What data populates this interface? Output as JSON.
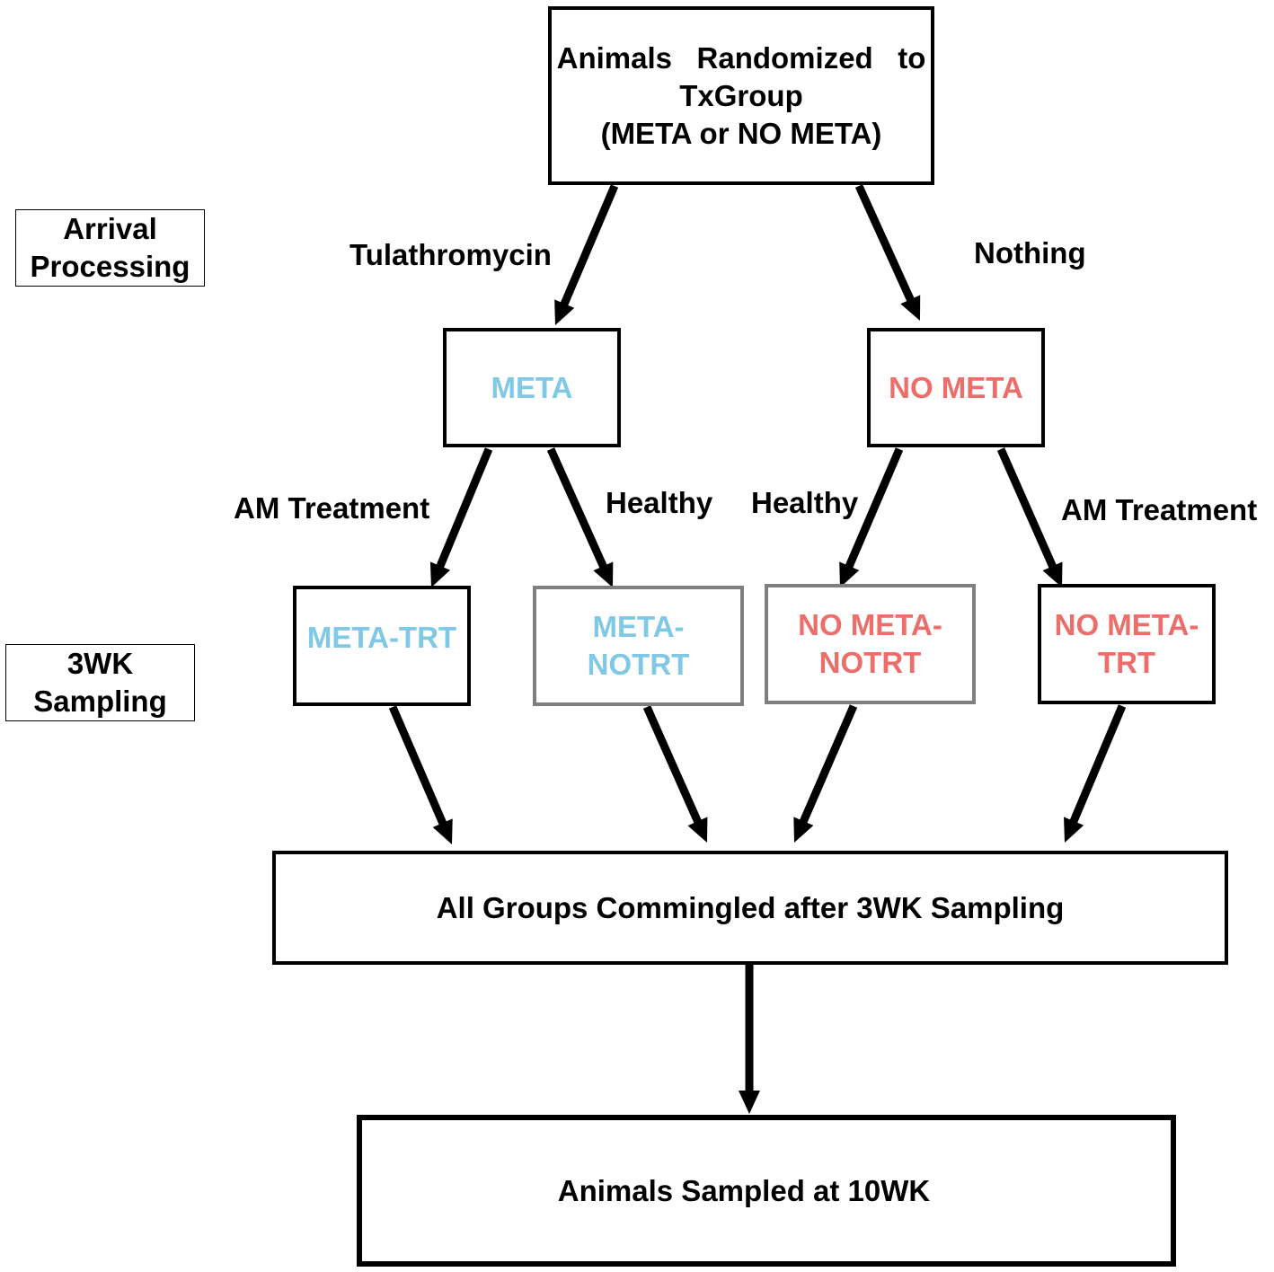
{
  "colors": {
    "meta": "#7fc8e6",
    "nometa": "#ec6e6b",
    "stroke": "#000000",
    "greyStroke": "#7f7f7f"
  },
  "side_labels": {
    "arrival_line1": "Arrival",
    "arrival_line2": "Processing",
    "sampling_line1": "3WK",
    "sampling_line2": "Sampling"
  },
  "nodes": {
    "root_line1": "Animals   Randomized   to",
    "root_line2": "TxGroup",
    "root_line3": "(META or NO META)",
    "meta": "META",
    "nometa": "NO META",
    "meta_trt": "META-TRT",
    "meta_notrt_line1": "META-",
    "meta_notrt_line2": "NOTRT",
    "nometa_notrt_line1": "NO META-",
    "nometa_notrt_line2": "NOTRT",
    "nometa_trt_line1": "NO META-",
    "nometa_trt_line2": "TRT",
    "commingled": "All Groups Commingled after 3WK Sampling",
    "sampled": "Animals Sampled at 10WK"
  },
  "edge_labels": {
    "tulathromycin": "Tulathromycin",
    "nothing": "Nothing",
    "am_treatment_left": "AM Treatment",
    "healthy_left": "Healthy",
    "healthy_right": "Healthy",
    "am_treatment_right": "AM Treatment"
  }
}
